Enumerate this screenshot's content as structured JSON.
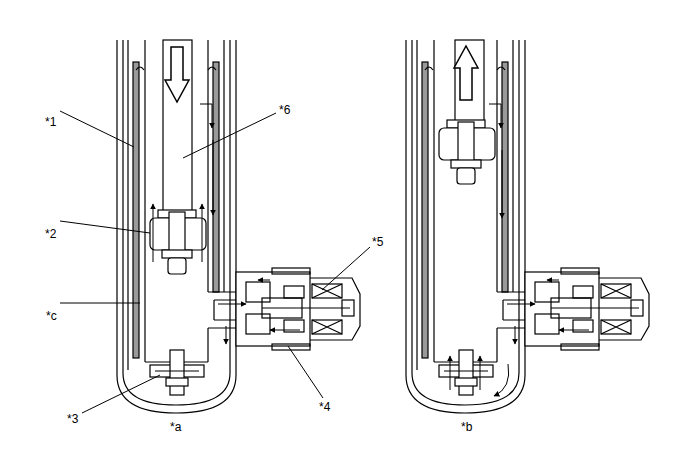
{
  "diagram": {
    "labels": [
      "*1",
      "*6",
      "*2",
      "*5",
      "*c",
      "*3",
      "*4",
      "*a",
      "*b"
    ]
  }
}
